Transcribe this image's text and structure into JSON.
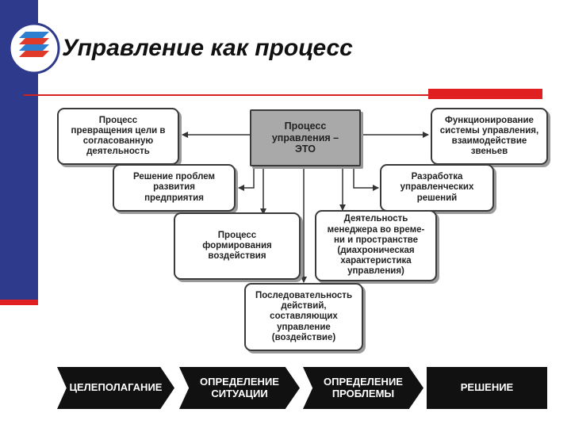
{
  "title": "Управление как процесс",
  "colors": {
    "sidebar": "#2e3a8c",
    "accent_red": "#e02020",
    "center_box": "#a9a9a9",
    "banner": "#111111"
  },
  "logo": {
    "icon": "stacked-layers-logo"
  },
  "center": "Процесс\nуправления –\nЭТО",
  "boxes": {
    "goal": "Процесс\nпревращения цели в\nсогласованную\nдеятельность",
    "system": "Функционирование\nсистемы управления,\nвзаимодействие\nзвеньев",
    "problems": "Решение проблем\nразвития\nпредприятия",
    "decisions": "Разработка\nуправленческих\nрешений",
    "influence": "Процесс\nформирования\nвоздействия",
    "manager": "Деятельность\nменеджера во време-\nни и пространстве\n(диахроническая\nхарактеристика\nуправления)",
    "sequence": "Последовательность\nдействий,\nсоставляющих\nуправление\n(воздействие)"
  },
  "stages": [
    "ЦЕЛЕПОЛАГАНИЕ",
    "ОПРЕДЕЛЕНИЕ\nСИТУАЦИИ",
    "ОПРЕДЕЛЕНИЕ\nПРОБЛЕМЫ",
    "РЕШЕНИЕ"
  ]
}
